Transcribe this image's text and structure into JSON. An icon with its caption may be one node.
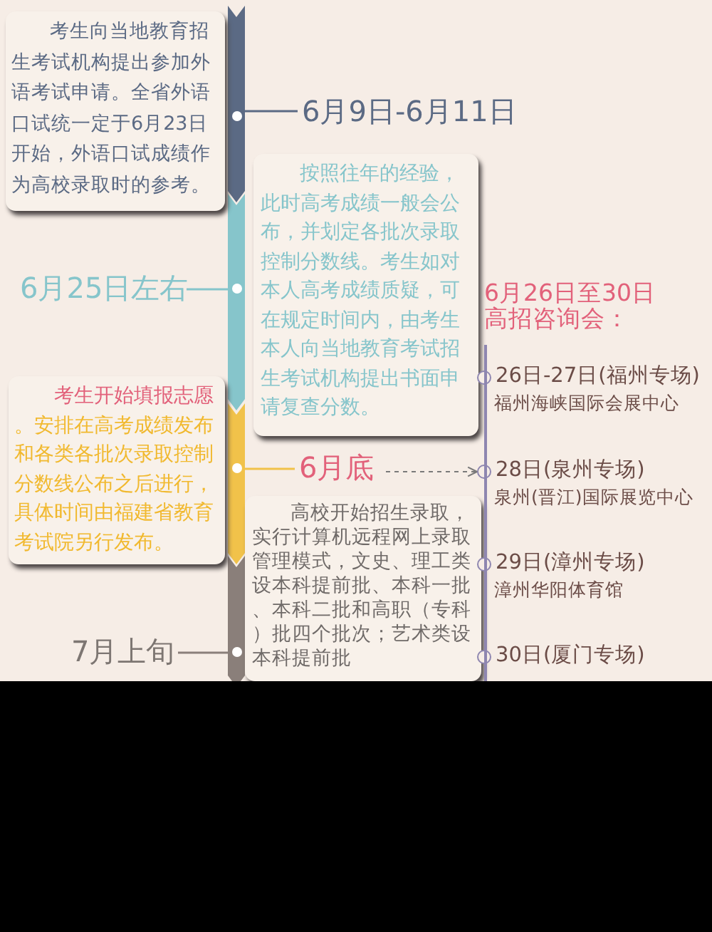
{
  "diagram": {
    "nodes": [
      {
        "text": [],
        "shape": "bar"
      },
      {
        "text": [],
        "shape": "bar"
      },
      {
        "text": [],
        "shape": "bar"
      },
      {
        "text": [],
        "shape": "bar"
      },
      {
        "text": [
          "考生向当地教育招生考试机构提出参加外语考试申请。全省外语口试统一定于6月23日开始，外语口试成绩作为高校录取时的参考。"
        ]
      },
      {
        "text": [
          "6月9日-6月11日"
        ]
      },
      {
        "text": [
          "按照往年的经验，此时高考成绩一般会公布，并划定各批次录取控制分数线。考生如对本人高考成绩质疑，可在规定时间内，由考生本人向当地教育考试招生考试机构提出书面申请复查分数。"
        ]
      },
      {
        "text": [
          "6月25日左右"
        ]
      },
      {
        "text": [
          "考生开始填报志愿",
          "。安排在高考成绩发布和各类各批次录取控制分数线公布之后进行，具体时间由福建省教育考试院另行发布。"
        ]
      },
      {
        "text": [
          "6月底"
        ]
      },
      {
        "text": [
          "高校开始招生录取，实行计算机远程网上录取管理模式，文史、理工类设本科提前批、本科一批、本科二批和高职（专科）批四个批次；艺术类设本科提前批"
        ]
      },
      {
        "text": [
          "7月上旬"
        ]
      },
      {
        "text": [
          "26日-27日(福州专场)",
          "福州海峡国际会展中心"
        ]
      },
      {
        "text": [
          "28日(泉州专场)",
          "泉州(晋江)国际展览中心"
        ]
      },
      {
        "text": [
          "29日(漳州专场)",
          "漳州华阳体育馆"
        ]
      },
      {
        "text": [
          "30日(厦门专场)"
        ]
      },
      {
        "text": [],
        "shape": "bar"
      },
      {
        "text": [],
        "shape": "box"
      }
    ],
    "edges": [
      {
        "from": 5,
        "to": 0,
        "arrow": "none",
        "color": "#5b6a84"
      },
      {
        "from": 7,
        "to": 1,
        "arrow": "none",
        "color": "#86c5cb"
      },
      {
        "from": 9,
        "to": 2,
        "arrow": "none",
        "color": "#f1c24a"
      },
      {
        "from": 11,
        "to": 3,
        "arrow": "none",
        "color": "#8a7f7a"
      },
      {
        "from": 9,
        "to": 13,
        "arrow": "to",
        "style": "dashed",
        "color": "#7a7a7a"
      }
    ],
    "labels": [
      "6月26日至30日高招咨询会："
    ]
  }
}
